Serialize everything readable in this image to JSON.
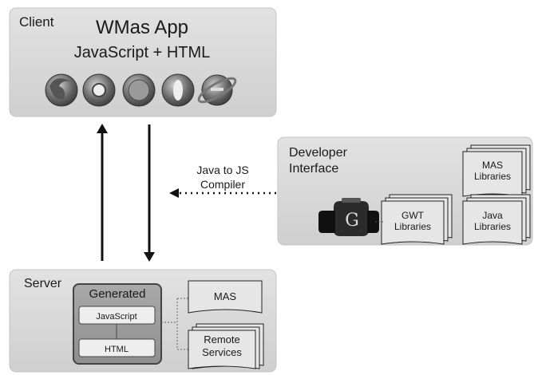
{
  "client": {
    "label": "Client",
    "app_title": "WMas App",
    "app_subtitle": "JavaScript + HTML",
    "browser_icons": [
      "firefox-icon",
      "chrome-icon",
      "safari-icon",
      "opera-icon",
      "internet-explorer-icon"
    ]
  },
  "developer": {
    "label_line1": "Developer",
    "label_line2": "Interface",
    "compiler_line1": "Java to JS",
    "compiler_line2": "Compiler",
    "mas_libraries_line1": "MAS",
    "mas_libraries_line2": "Libraries",
    "gwt_libraries_line1": "GWT",
    "gwt_libraries_line2": "Libraries",
    "java_libraries_line1": "Java",
    "java_libraries_line2": "Libraries",
    "gwt_logo_letter": "G"
  },
  "server": {
    "label": "Server",
    "generated_title": "Generated",
    "javascript_label": "JavaScript",
    "html_label": "HTML",
    "mas_label": "MAS",
    "remote_line1": "Remote",
    "remote_line2": "Services"
  }
}
